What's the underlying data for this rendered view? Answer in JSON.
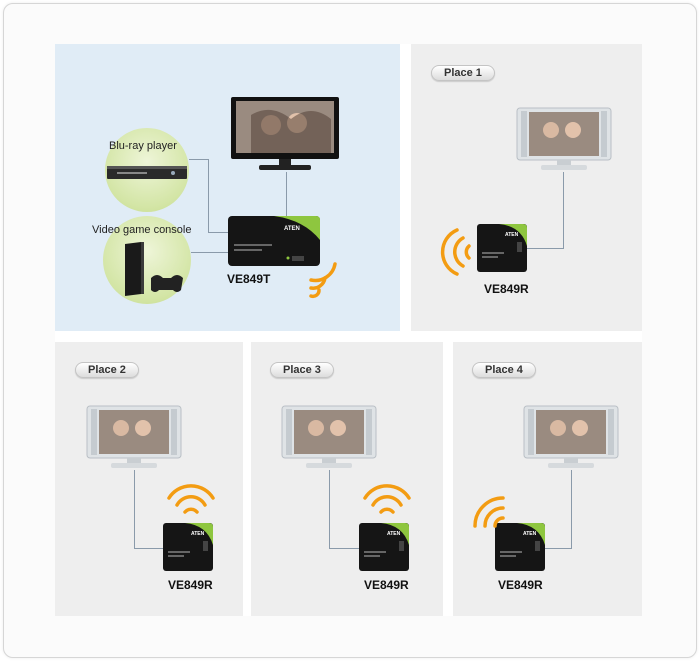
{
  "source": {
    "devices": [
      {
        "label": "Blu-ray player",
        "icon": "bluray-player-icon"
      },
      {
        "label": "Video game console",
        "icon": "game-console-icon"
      }
    ],
    "transmitter_model": "VE849T"
  },
  "places": [
    {
      "label": "Place 1",
      "receiver_model": "VE849R"
    },
    {
      "label": "Place 2",
      "receiver_model": "VE849R"
    },
    {
      "label": "Place 3",
      "receiver_model": "VE849R"
    },
    {
      "label": "Place 4",
      "receiver_model": "VE849R"
    }
  ],
  "device_brand": "ATEN",
  "colors": {
    "wireless": "#f39c12",
    "panel": "#eeeeee",
    "source_panel": "#e0ecf6",
    "connector": "#8a9aaa"
  }
}
